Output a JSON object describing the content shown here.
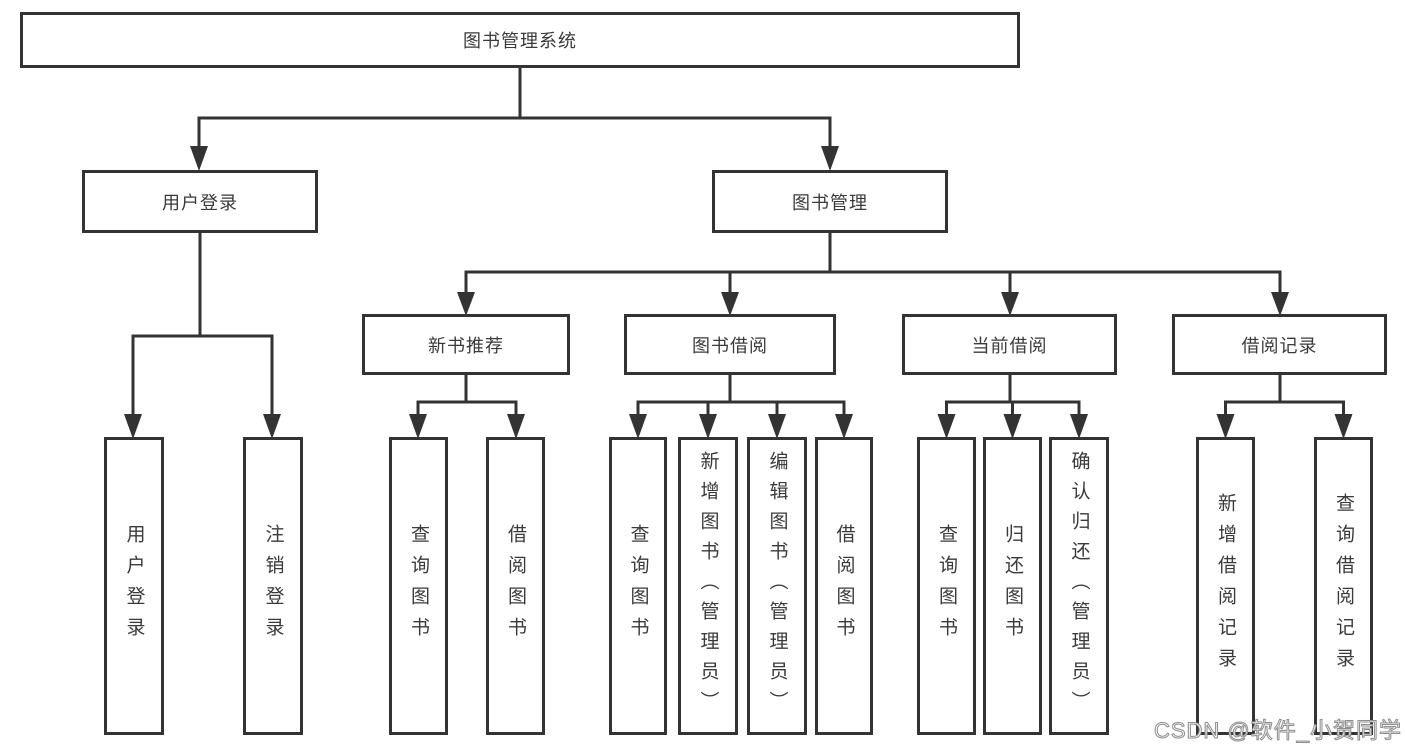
{
  "tree": {
    "root": "图书管理系统",
    "user_login": "用户登录",
    "book_mgmt": "图书管理",
    "new_book_rec": "新书推荐",
    "book_borrow": "图书借阅",
    "current_borrow": "当前借阅",
    "borrow_records": "借阅记录",
    "user_login_children": [
      "用户登录",
      "注销登录"
    ],
    "new_book_children": [
      "查询图书",
      "借阅图书"
    ],
    "book_borrow_children": [
      "查询图书",
      "新增图书（管理员）",
      "编辑图书（管理员）",
      "借阅图书"
    ],
    "current_borrow_children": [
      "查询图书",
      "归还图书",
      "确认归还（管理员）"
    ],
    "borrow_records_children": [
      "新增借阅记录",
      "查询借阅记录"
    ]
  },
  "watermark": "CSDN @软件_小贺同学",
  "colors": {
    "line": "#333333",
    "box_border": "#333333",
    "box_background": "#ffffff",
    "text": "#3a3a3a",
    "watermark_fill": "#fbfbfb",
    "watermark_stroke": "#8f8f8f",
    "background": "#ffffff"
  }
}
